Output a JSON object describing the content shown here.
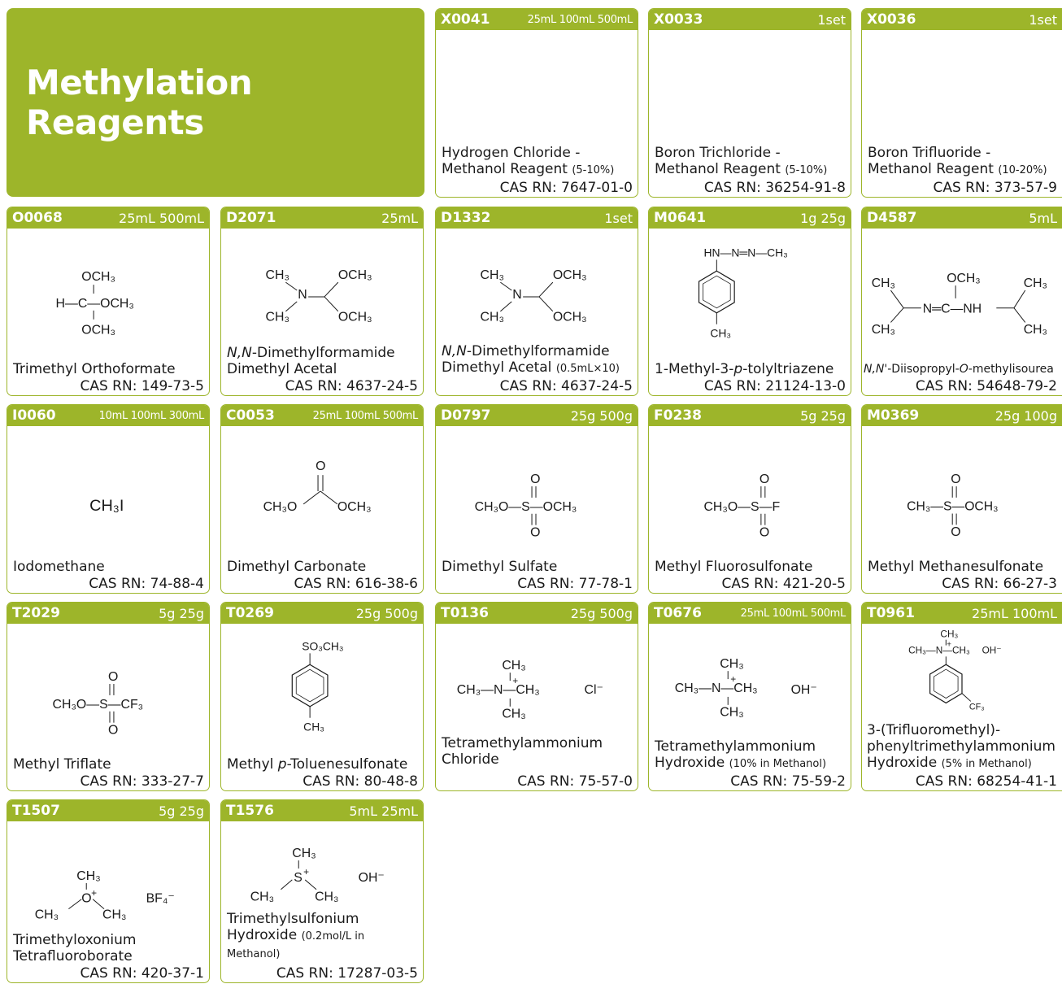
{
  "title": "Methylation Reagents",
  "cards": [
    {
      "code": "X0041",
      "sizes": "25mL 100mL 500mL",
      "name": "Hydrogen Chloride - Methanol Reagent",
      "note": "(5-10%)",
      "cas": "CAS RN: 7647-01-0"
    },
    {
      "code": "X0033",
      "sizes": "1set",
      "name": "Boron Trichloride - Methanol Reagent",
      "note": "(5-10%)",
      "cas": "CAS RN: 36254-91-8"
    },
    {
      "code": "X0036",
      "sizes": "1set",
      "name": "Boron Trifluoride - Methanol Reagent",
      "note": "(10-20%)",
      "cas": "CAS RN: 373-57-9"
    },
    {
      "code": "O0068",
      "sizes": "25mL 500mL",
      "name": "Trimethyl Orthoformate",
      "note": "",
      "cas": "CAS RN: 149-73-5"
    },
    {
      "code": "D2071",
      "sizes": "25mL",
      "name_a": "N,N",
      "name_b": "-Dimethylformamide Dimethyl Acetal",
      "note": "",
      "cas": "CAS RN: 4637-24-5"
    },
    {
      "code": "D1332",
      "sizes": "1set",
      "name_a": "N,N",
      "name_b": "-Dimethylformamide Dimethyl Acetal",
      "note": "(0.5mL×10)",
      "cas": "CAS RN: 4637-24-5"
    },
    {
      "code": "M0641",
      "sizes": "1g 25g",
      "name_a": "1-Methyl-3-",
      "name_b": "p",
      "name_c": "-tolyltriazene",
      "cas": "CAS RN: 21124-13-0"
    },
    {
      "code": "D4587",
      "sizes": "5mL",
      "name_a": "N,N'",
      "name_b": "-Diisopropyl-",
      "name_c": "O",
      "name_d": "-methylisourea",
      "cas": "CAS RN: 54648-79-2"
    },
    {
      "code": "I0060",
      "sizes": "10mL 100mL 300mL",
      "name": "Iodomethane",
      "cas": "CAS RN: 74-88-4"
    },
    {
      "code": "C0053",
      "sizes": "25mL 100mL 500mL",
      "name": "Dimethyl Carbonate",
      "cas": "CAS RN: 616-38-6"
    },
    {
      "code": "D0797",
      "sizes": "25g 500g",
      "name": "Dimethyl Sulfate",
      "cas": "CAS RN: 77-78-1"
    },
    {
      "code": "F0238",
      "sizes": "5g 25g",
      "name": "Methyl Fluorosulfonate",
      "cas": "CAS RN: 421-20-5"
    },
    {
      "code": "M0369",
      "sizes": "25g 100g",
      "name": "Methyl Methanesulfonate",
      "cas": "CAS RN: 66-27-3"
    },
    {
      "code": "T2029",
      "sizes": "5g 25g",
      "name": "Methyl Triflate",
      "cas": "CAS RN: 333-27-7"
    },
    {
      "code": "T0269",
      "sizes": "25g 500g",
      "name_a": "Methyl ",
      "name_b": "p",
      "name_c": "-Toluenesulfonate",
      "cas": "CAS RN: 80-48-8"
    },
    {
      "code": "T0136",
      "sizes": "25g 500g",
      "name": "Tetramethylammonium Chloride",
      "cas": "CAS RN: 75-57-0"
    },
    {
      "code": "T0676",
      "sizes": "25mL 100mL 500mL",
      "name": "Tetramethylammonium Hydroxide",
      "note": "(10% in Methanol)",
      "cas": "CAS RN: 75-59-2"
    },
    {
      "code": "T0961",
      "sizes": "25mL 100mL",
      "name": "3-(Trifluoromethyl)-phenyltrimethylammonium Hydroxide",
      "note": "(5% in Methanol)",
      "cas": "CAS RN: 68254-41-1"
    },
    {
      "code": "T1507",
      "sizes": "5g 25g",
      "name": "Trimethyloxonium Tetrafluoroborate",
      "cas": "CAS RN: 420-37-1"
    },
    {
      "code": "T1576",
      "sizes": "5mL 25mL",
      "name": "Trimethylsulfonium Hydroxide",
      "note": "(0.2mol/L in Methanol)",
      "cas": "CAS RN: 17287-03-5"
    }
  ]
}
